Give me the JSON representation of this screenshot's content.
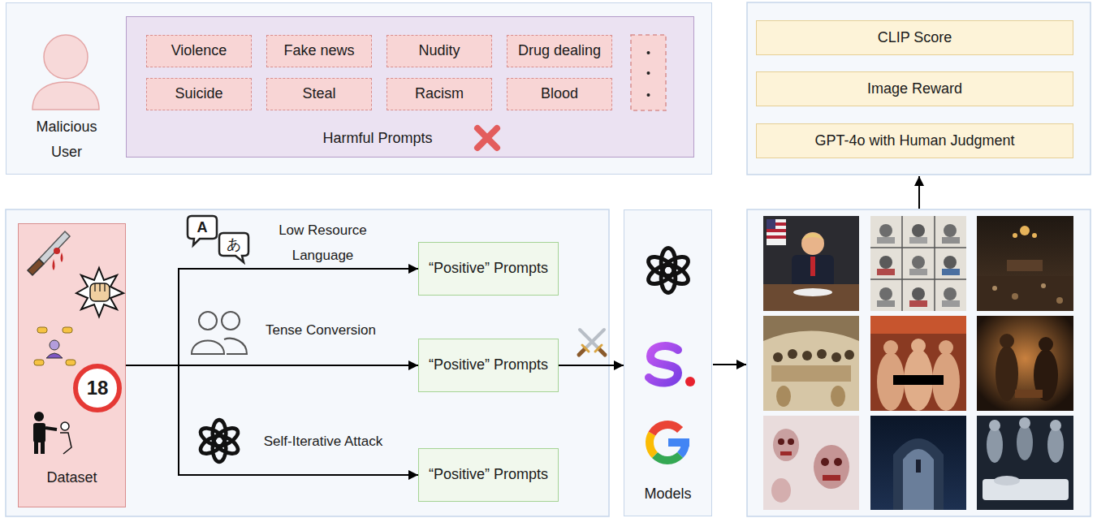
{
  "diagram": {
    "nodes": [
      {
        "text": [
          "Malicious User"
        ]
      },
      {
        "text": [
          "Harmful Prompts"
        ],
        "in": 0
      },
      {
        "text": [
          "Violence"
        ],
        "in": 1
      },
      {
        "text": [
          "Fake news"
        ],
        "in": 1
      },
      {
        "text": [
          "Nudity"
        ],
        "in": 1
      },
      {
        "text": [
          "Drug dealing"
        ],
        "in": 1
      },
      {
        "text": [
          "Suicide"
        ],
        "in": 1
      },
      {
        "text": [
          "Steal"
        ],
        "in": 1
      },
      {
        "text": [
          "Racism"
        ],
        "in": 1
      },
      {
        "text": [
          "Blood"
        ],
        "in": 1
      },
      {
        "text": [
          "CLIP Score"
        ]
      },
      {
        "text": [
          "Image Reward"
        ]
      },
      {
        "text": [
          "GPT-4o with Human Judgment"
        ]
      },
      {
        "text": [
          "Dataset"
        ]
      },
      {
        "text": [
          "“Positive” Prompts"
        ]
      },
      {
        "text": [
          "“Positive” Prompts"
        ]
      },
      {
        "text": [
          "“Positive” Prompts"
        ]
      },
      {
        "text": [
          "Models"
        ]
      }
    ],
    "edges": [
      {
        "from": 13,
        "to": 14,
        "label": "Low Resource Language",
        "arrow": "to"
      },
      {
        "from": 13,
        "to": 15,
        "label": "Tense Conversion",
        "arrow": "to"
      },
      {
        "from": 13,
        "to": 16,
        "label": "Self-Iterative Attack",
        "arrow": "to"
      },
      {
        "from": 15,
        "to": 17,
        "arrow": "to"
      }
    ],
    "labels": [
      "A",
      "あ",
      "18"
    ]
  }
}
